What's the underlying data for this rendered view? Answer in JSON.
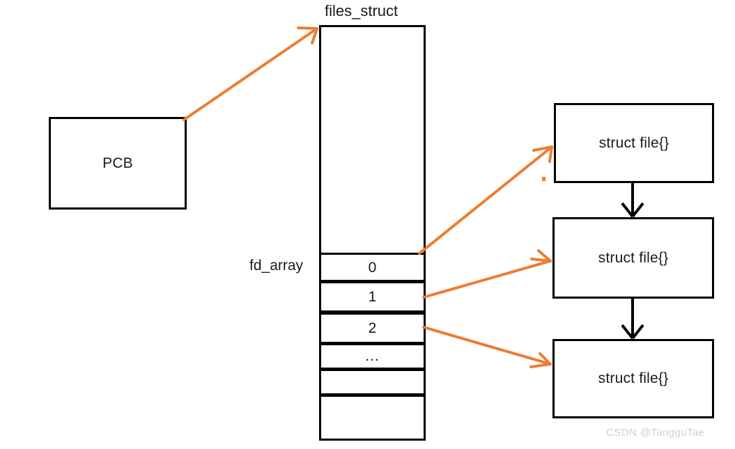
{
  "diagram": {
    "title_files_struct": "files_struct",
    "label_fd_array": "fd_array",
    "pcb_label": "PCB",
    "fd_rows": [
      {
        "label": "0"
      },
      {
        "label": "1"
      },
      {
        "label": "2"
      },
      {
        "label": "..."
      },
      {
        "label": ""
      },
      {
        "label": ""
      }
    ],
    "struct_files": [
      {
        "label": "struct file{}"
      },
      {
        "label": "struct file{}"
      },
      {
        "label": "struct file{}"
      }
    ],
    "watermark": "CSDN @TangguTae",
    "colors": {
      "arrow_orange": "#ED7D31",
      "stroke_black": "#000000",
      "background": "#ffffff",
      "watermark_grey": "#cfcfcf"
    }
  }
}
